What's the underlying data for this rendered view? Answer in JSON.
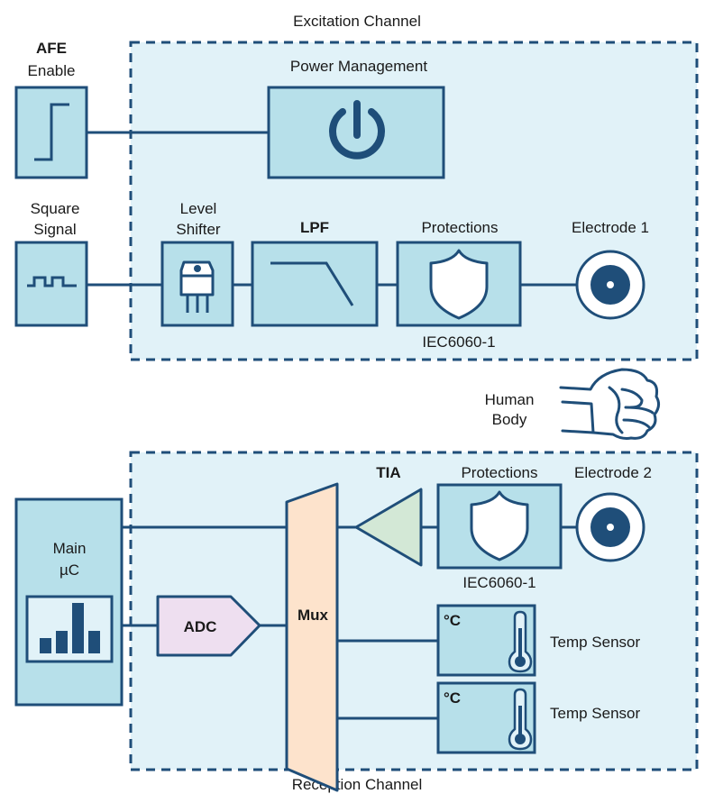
{
  "excitation_channel": {
    "title": "Excitation Channel",
    "power_management": {
      "label": "Power Management",
      "icon": "power-icon"
    },
    "level_shifter": {
      "label_line1": "Level",
      "label_line2": "Shifter",
      "icon": "transistor-icon"
    },
    "lpf": {
      "label": "LPF",
      "icon": "lowpass-curve-icon"
    },
    "protections": {
      "label": "Protections",
      "standard": "IEC6060-1",
      "icon": "shield-icon"
    },
    "electrode": {
      "label": "Electrode 1",
      "icon": "electrode-icon"
    }
  },
  "inputs": {
    "afe_enable": {
      "label_line1": "AFE",
      "label_line2": "Enable",
      "icon": "step-signal-icon"
    },
    "square_signal": {
      "label_line1": "Square",
      "label_line2": "Signal",
      "icon": "square-wave-icon"
    }
  },
  "human_body": {
    "label_line1": "Human",
    "label_line2": "Body",
    "icon": "fist-icon"
  },
  "reception_channel": {
    "title": "Reception Channel",
    "tia": {
      "label": "TIA",
      "icon": "amplifier-triangle-icon"
    },
    "protections": {
      "label": "Protections",
      "standard": "IEC6060-1",
      "icon": "shield-icon"
    },
    "electrode": {
      "label": "Electrode 2",
      "icon": "electrode-icon"
    },
    "mux": {
      "label": "Mux"
    },
    "adc": {
      "label": "ADC"
    },
    "temp_sensors": [
      {
        "label": "Temp Sensor",
        "unit": "°C",
        "icon": "thermometer-icon"
      },
      {
        "label": "Temp Sensor",
        "unit": "°C",
        "icon": "thermometer-icon"
      }
    ]
  },
  "main_uc": {
    "label_line1": "Main",
    "label_line2": "µC",
    "icon": "bar-chart-icon"
  },
  "colors": {
    "stroke": "#1f4e79",
    "block_fill": "#b7e0ea",
    "channel_fill": "#e1f2f8",
    "mux_fill": "#fde3cc",
    "adc_fill": "#eedff0",
    "tia_fill": "#d3e8d6"
  }
}
